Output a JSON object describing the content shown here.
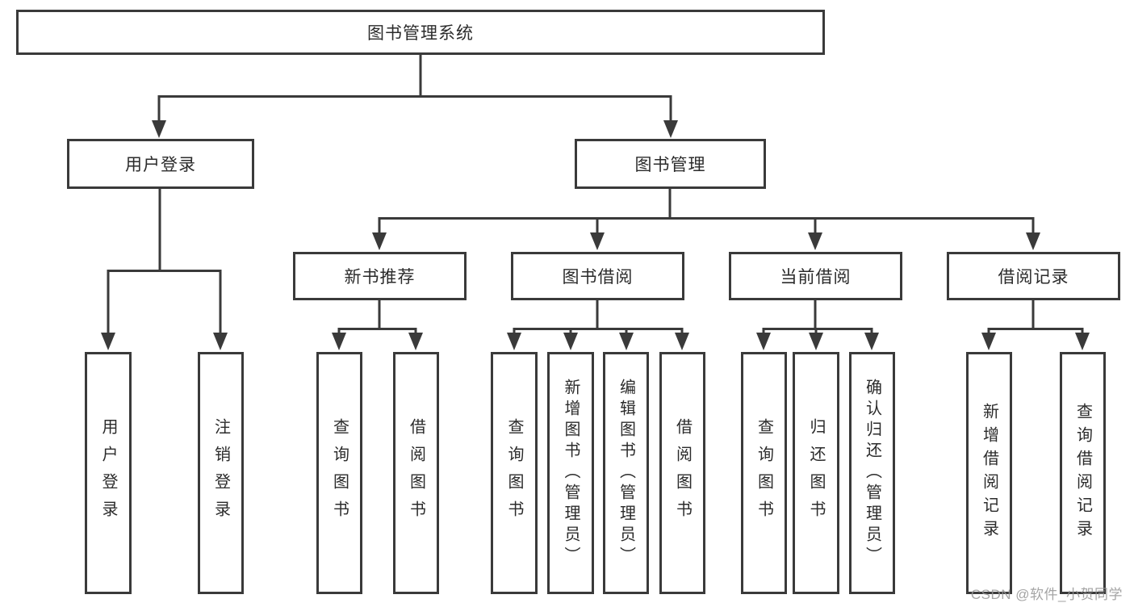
{
  "diagram": {
    "root": {
      "label": "图书管理系统"
    },
    "branches": [
      {
        "label": "用户登录",
        "leaves": [
          "用户登录",
          "注销登录"
        ]
      },
      {
        "label": "图书管理",
        "children": [
          {
            "label": "新书推荐",
            "leaves": [
              "查询图书",
              "借阅图书"
            ]
          },
          {
            "label": "图书借阅",
            "leaves": [
              "查询图书",
              "新增图书（管理员）",
              "编辑图书（管理员）",
              "借阅图书"
            ]
          },
          {
            "label": "当前借阅",
            "leaves": [
              "查询图书",
              "归还图书",
              "确认归还（管理员）"
            ]
          },
          {
            "label": "借阅记录",
            "leaves": [
              "新增借阅记录",
              "查询借阅记录"
            ]
          }
        ]
      }
    ]
  },
  "colors": {
    "line": "#3a3a3a",
    "text": "#2b2b2b",
    "watermark": "#949494"
  },
  "watermark": {
    "text": "CSDN @软件_小贺同学"
  }
}
